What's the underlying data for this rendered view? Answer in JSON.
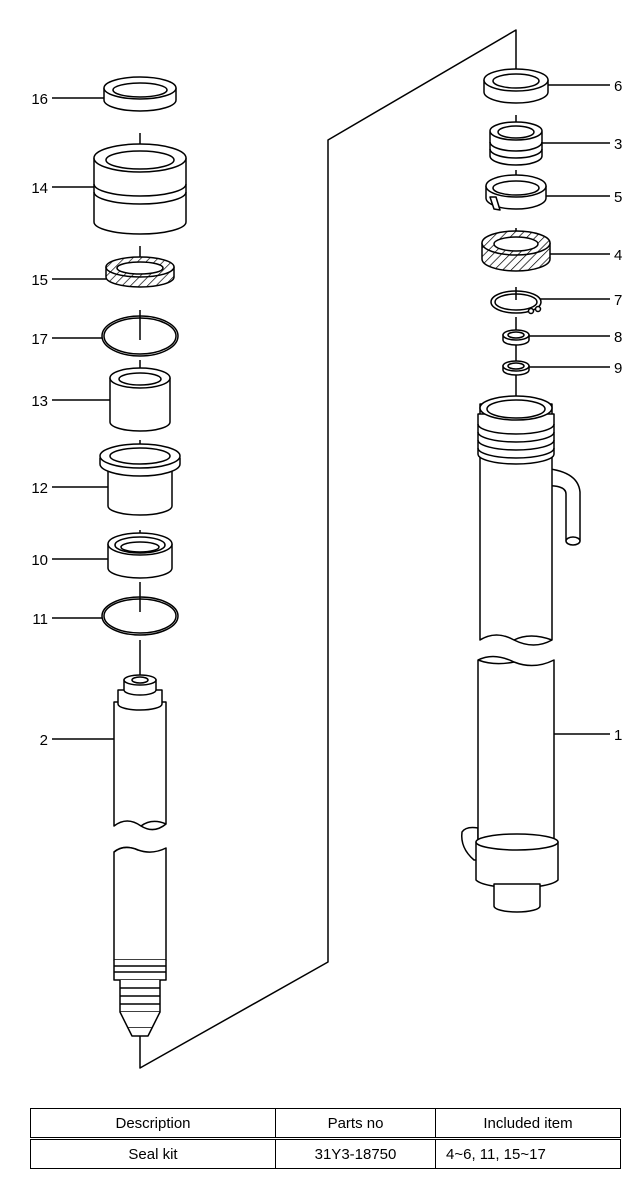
{
  "diagram": {
    "labels": {
      "p1": "1",
      "p2": "2",
      "p3": "3",
      "p4": "4",
      "p5": "5",
      "p6": "6",
      "p7": "7",
      "p8": "8",
      "p9": "9",
      "p10": "10",
      "p11": "11",
      "p12": "12",
      "p13": "13",
      "p14": "14",
      "p15": "15",
      "p16": "16",
      "p17": "17"
    }
  },
  "table": {
    "headers": [
      "Description",
      "Parts no",
      "Included item"
    ],
    "rows": [
      [
        "Seal kit",
        "31Y3-18750",
        "4~6, 11, 15~17"
      ]
    ]
  }
}
